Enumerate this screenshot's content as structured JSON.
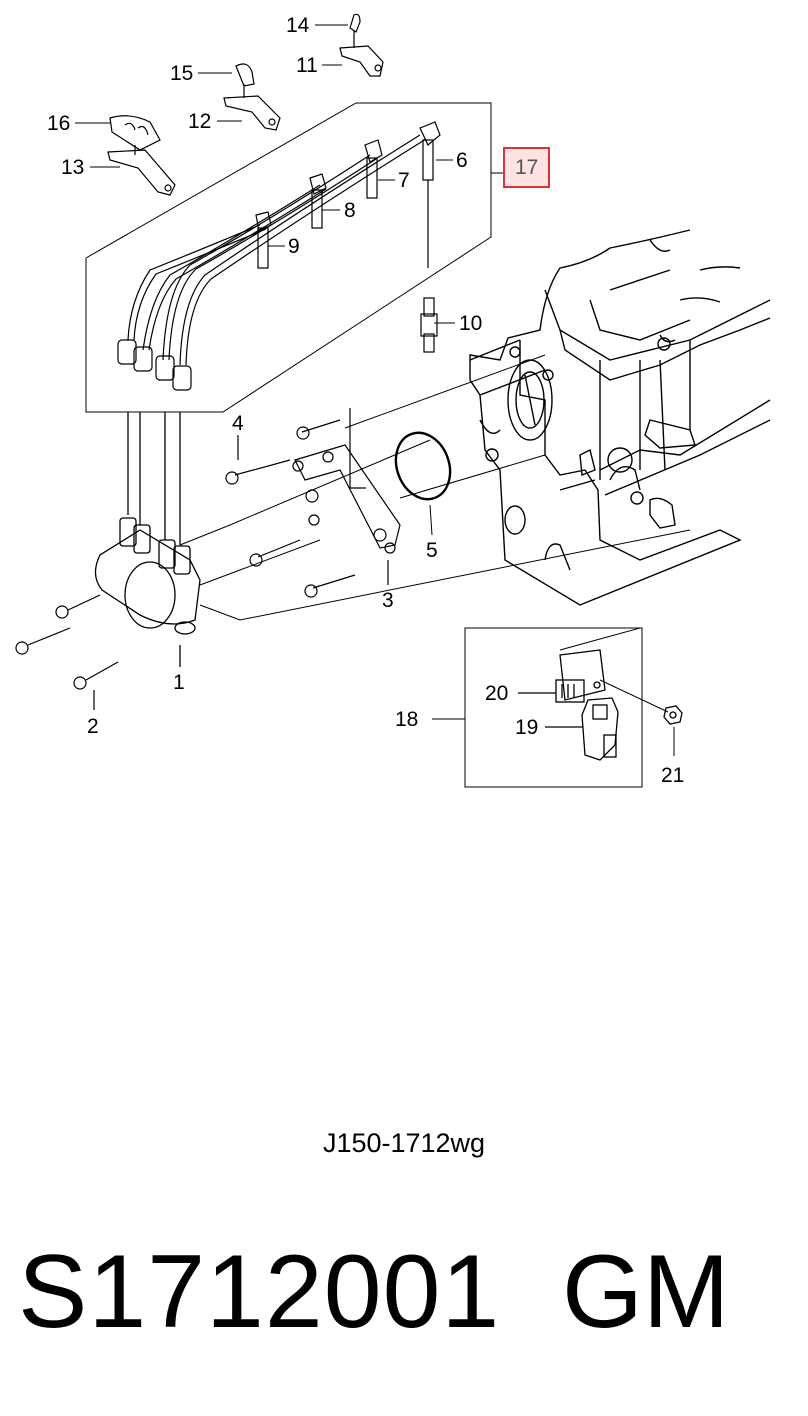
{
  "callouts": {
    "c1": "1",
    "c2": "2",
    "c3": "3",
    "c4": "4",
    "c5": "5",
    "c6": "6",
    "c7": "7",
    "c8": "8",
    "c9": "9",
    "c10": "10",
    "c11": "11",
    "c12": "12",
    "c13": "13",
    "c14": "14",
    "c15": "15",
    "c16": "16",
    "c17": "17",
    "c18": "18",
    "c19": "19",
    "c20": "20",
    "c21": "21"
  },
  "highlight_color": "#e0303a",
  "drawing_code": "J150-1712wg",
  "part_number": "S1712001",
  "brand": "GM"
}
